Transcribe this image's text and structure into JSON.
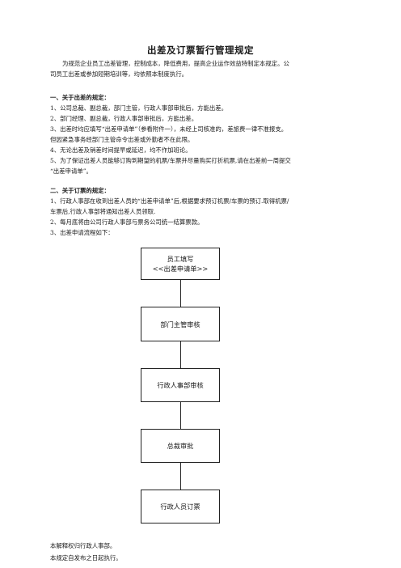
{
  "document": {
    "title": "出差及订票暂行管理规定",
    "intro": [
      "为规范企业员工出差管理，控制成本，降低费用，提高企业运作效益特制定本规定。公",
      "司员工出差或参加短期培训等，均依照本制度执行。"
    ],
    "section1": {
      "heading": "一、关于出差的规定：",
      "lines": [
        "1、公司总裁、副总裁，部门主管，行政人事部审批后，方能出差。",
        "2、部门经理、副总裁，行政人事部审批后，方能出差。",
        "3、出差时均应填写“出差申请单”（参看附件一），未经上司核准的，差旅费一律不准报支。",
        "但因紧急事务经部门主管命令出差或外勤者不在此限。",
        "4、无论出差及销差时间提早或延迟，均不作加班论。",
        "5、为了保证出差人员能够订购到期望的机票/车票并尽量购买打折机票,请在出差前一周提交",
        "“出差申请单”。"
      ]
    },
    "section2": {
      "heading": "二、关于订票的规定：",
      "lines": [
        "1、行政人事部在收到出差人员的“出差申请单”后,根据要求预订机票/车票的预订.取得机票/",
        "车票后,行政人事部将通知出差人员领取.",
        "2、每月底将由公司行政人事部与票务公司统一结算票款。",
        "3、出差申请流程如下："
      ]
    },
    "flow": {
      "steps": [
        {
          "line1": "员工填写",
          "line2": "<<出差申请单>>"
        },
        {
          "line1": "部门主管审核",
          "line2": ""
        },
        {
          "line1": "行政人事部审核",
          "line2": ""
        },
        {
          "line1": "总裁审批",
          "line2": ""
        },
        {
          "line1": "行政人员订票",
          "line2": ""
        }
      ]
    },
    "footer": [
      "本解释权归行政人事部。",
      "本规定自发布之日起执行。"
    ]
  }
}
